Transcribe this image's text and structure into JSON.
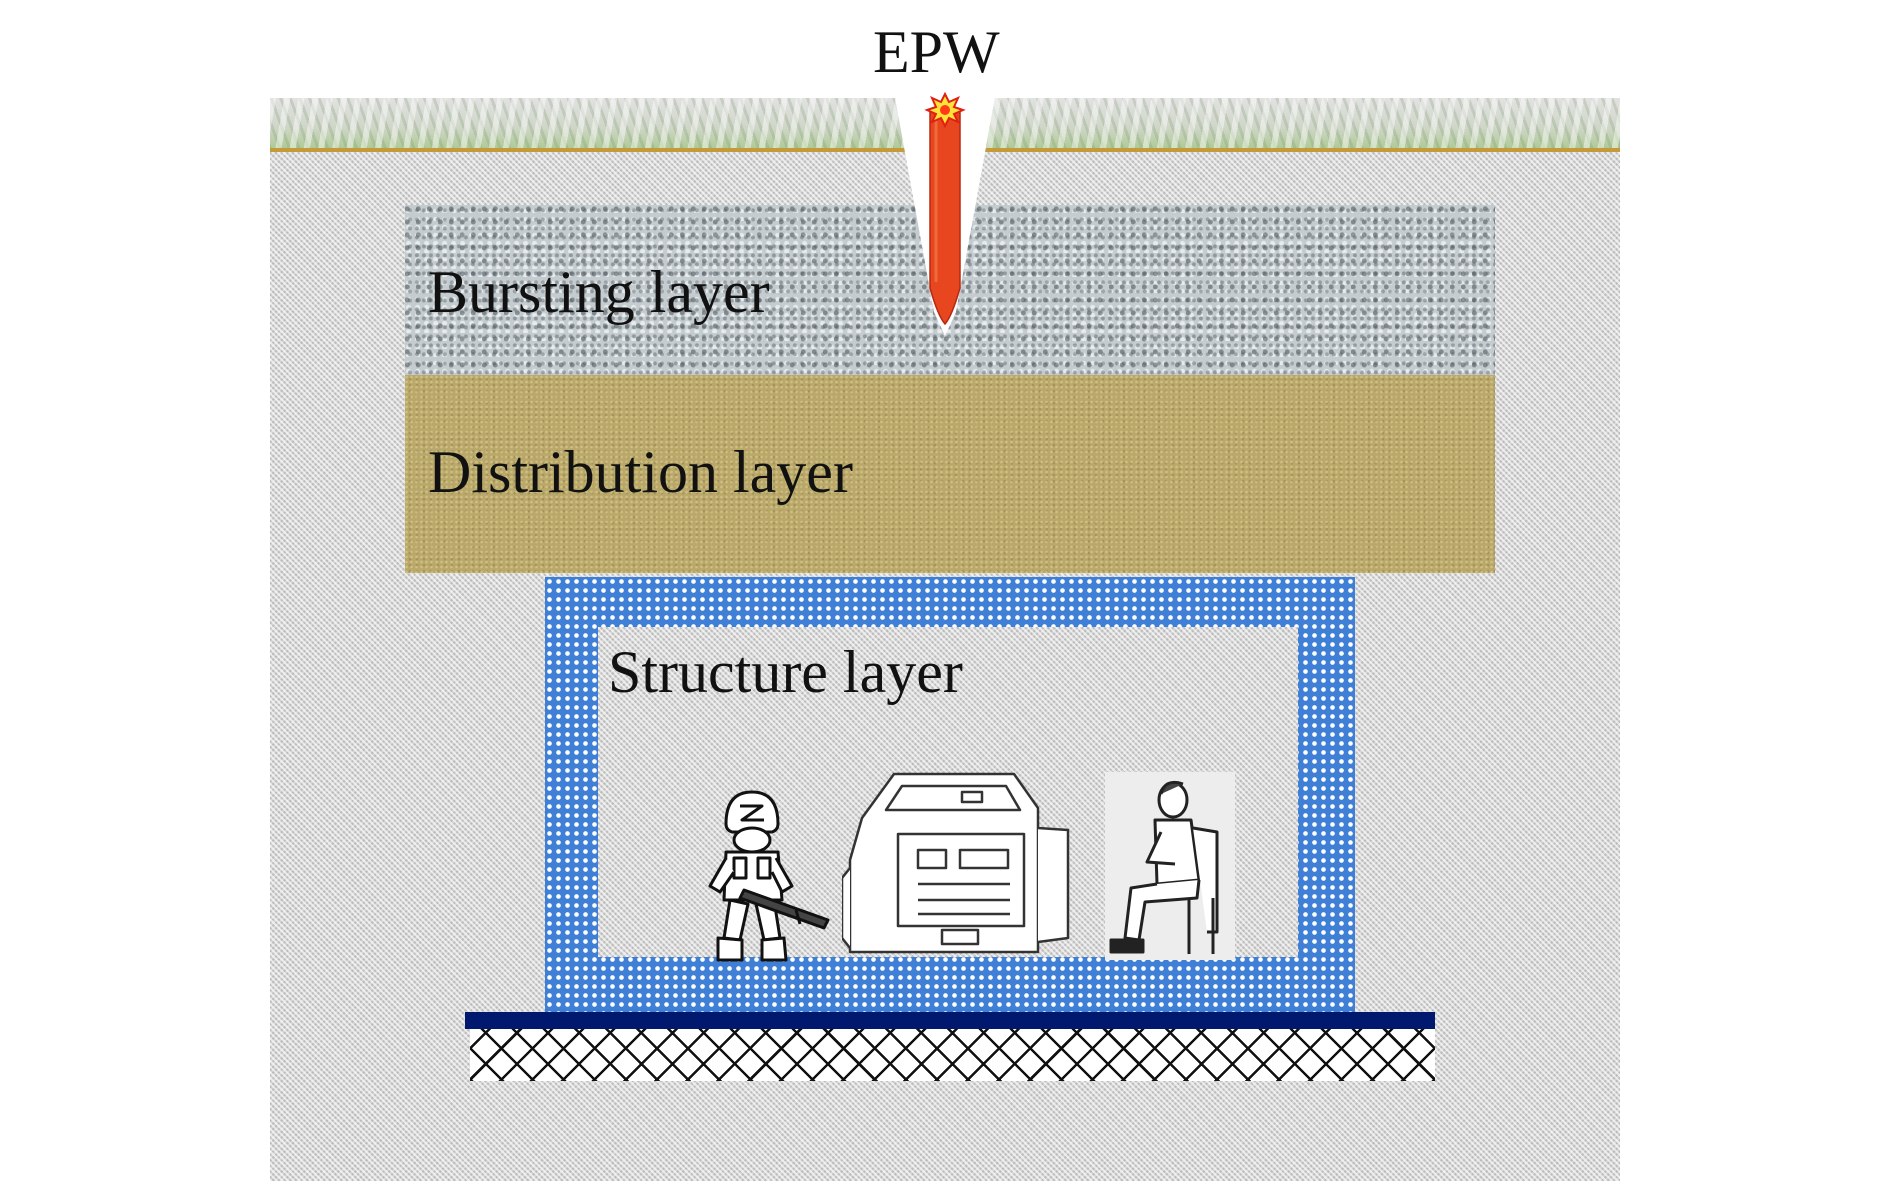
{
  "diagram": {
    "weapon_label": "EPW",
    "layers": {
      "bursting": "Bursting layer",
      "distribution": "Distribution layer",
      "structure": "Structure layer"
    },
    "occupants": [
      "soldier-figure",
      "generator-machine",
      "seated-person-figure"
    ],
    "colors": {
      "penetrator": "#e8461f",
      "structure_frame": "#3f7fd6",
      "foundation_slab": "#00186e",
      "ground_line": "#c49a3a",
      "distribution": "#b9a86a",
      "bursting": "#c4ccd0"
    }
  }
}
